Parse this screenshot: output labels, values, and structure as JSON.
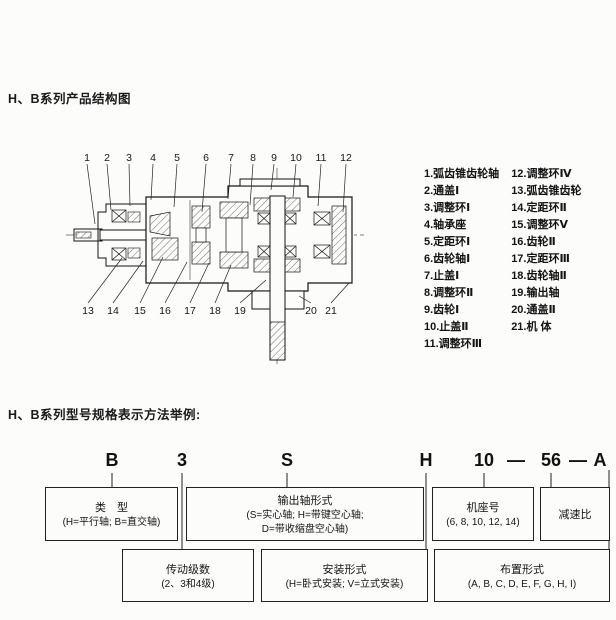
{
  "titles": {
    "structure": "H、B系列产品结构图",
    "model_example": "H、B系列型号规格表示方法举例:"
  },
  "diagram": {
    "top": [
      "1",
      "2",
      "3",
      "4",
      "5",
      "6",
      "7",
      "8",
      "9",
      "10",
      "11",
      "12"
    ],
    "bottom_left": [
      "13",
      "14",
      "15",
      "16",
      "17",
      "18",
      "19"
    ],
    "bottom_right": [
      "20",
      "21"
    ]
  },
  "parts": {
    "left": [
      "1.弧齿锥齿轮轴",
      "2.通盖Ⅰ",
      "3.调整环Ⅰ",
      "4.轴承座",
      "5.定距环Ⅰ",
      "6.齿轮轴Ⅰ",
      "7.止盖Ⅰ",
      "8.调整环Ⅱ",
      "9.齿轮Ⅰ",
      "10.止盖Ⅱ",
      "11.调整环Ⅲ"
    ],
    "right": [
      "12.调整环Ⅳ",
      "13.弧齿锥齿轮",
      "14.定距环Ⅱ",
      "15.调整环Ⅴ",
      "16.齿轮Ⅱ",
      "17.定距环Ⅲ",
      "18.齿轮轴Ⅱ",
      "19.输出轴",
      "20.通盖Ⅱ",
      "21.机 体"
    ]
  },
  "model_code": {
    "chars": [
      "B",
      "3",
      "S",
      "H",
      "10",
      "—",
      "56",
      "—",
      "A"
    ]
  },
  "boxes": {
    "type": {
      "title": "类　型",
      "desc": "(H=平行轴; B=直交轴)"
    },
    "output": {
      "title": "输出轴形式",
      "line1": "(S=实心轴; H=带键空心轴;",
      "line2": "D=带收缩盘空心轴)"
    },
    "frame": {
      "title": "机座号",
      "desc": "(6, 8, 10, 12, 14)"
    },
    "ratio": {
      "title": "减速比"
    },
    "stages": {
      "title": "传动级数",
      "desc": "(2、3和4级)"
    },
    "mounting": {
      "title": "安装形式",
      "desc": "(H=卧式安装; V=立式安装)"
    },
    "arrangement": {
      "title": "布置形式",
      "desc": "(A, B, C, D, E, F, G, H, I)"
    }
  }
}
